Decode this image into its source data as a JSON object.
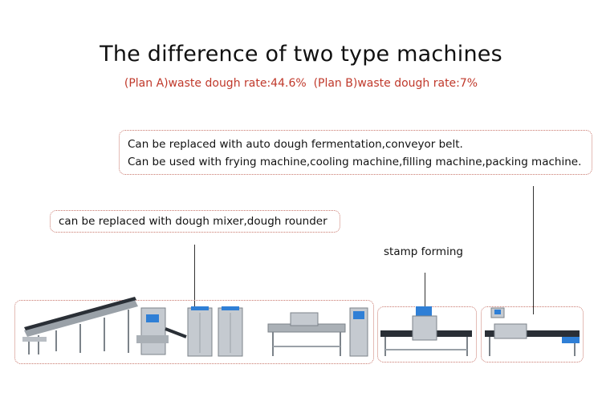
{
  "header": {
    "title": "The difference of two type machines",
    "subtitle_plan_a": "(Plan A)waste dough rate:44.6%",
    "subtitle_plan_b": "(Plan B)waste dough rate:7%"
  },
  "callouts": {
    "top_line1": "Can be replaced with auto dough fermentation,conveyor belt.",
    "top_line2": "Can be used with frying machine,cooling machine,filling machine,packing machine.",
    "middle": "can be replaced with dough mixer,dough rounder",
    "stamp": "stamp forming"
  },
  "colors": {
    "title_text": "#111111",
    "subtitle_red": "#c0392b",
    "dotted_border": "#c9786e",
    "steel": "#b9bec4",
    "steel_dark": "#7c838a",
    "belt": "#2a2f36",
    "panel_blue": "#2f7fd6"
  }
}
